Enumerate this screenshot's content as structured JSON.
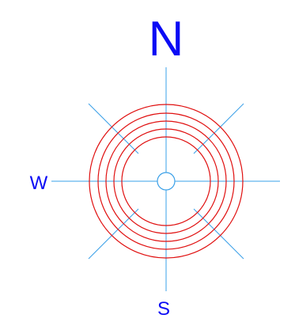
{
  "compass": {
    "north_label": "N",
    "south_label": "S",
    "west_label": "W",
    "ring_count": 5,
    "colors": {
      "labels": "#0b0bf5",
      "axes": "#3aa0e8",
      "rings": "#e01010",
      "center": "#3aa0e8"
    }
  }
}
